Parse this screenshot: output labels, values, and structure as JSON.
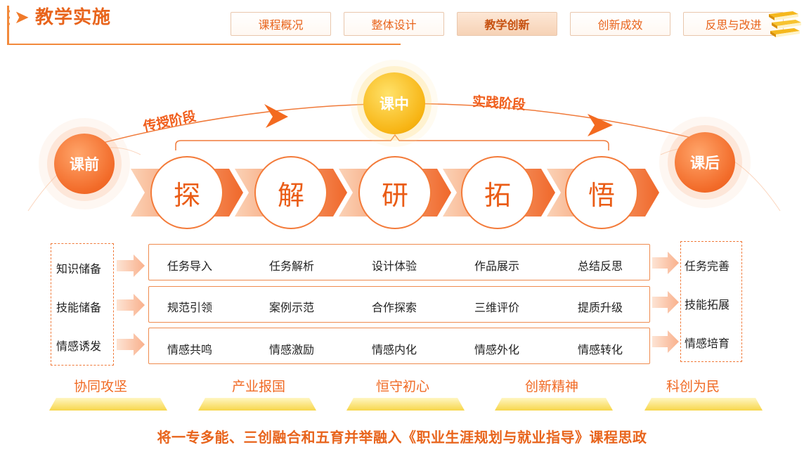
{
  "header": {
    "title": "教学实施",
    "tabs": [
      {
        "label": "课程概况",
        "active": false
      },
      {
        "label": "整体设计",
        "active": false
      },
      {
        "label": "教学创新",
        "active": true
      },
      {
        "label": "创新成效",
        "active": false
      },
      {
        "label": "反思与改进",
        "active": false
      }
    ],
    "icons": {
      "arrow": "play-arrow-icon",
      "books": "books-icon"
    }
  },
  "stages": {
    "before": "课前",
    "during": "课中",
    "after": "课后",
    "label_teach": "传授阶段",
    "label_practice": "实践阶段"
  },
  "steps": [
    "探",
    "解",
    "研",
    "拓",
    "悟"
  ],
  "left_items": [
    "知识储备",
    "技能储备",
    "情感诱发"
  ],
  "right_items": [
    "任务完善",
    "技能拓展",
    "情感培育"
  ],
  "rows": [
    [
      "任务导入",
      "任务解析",
      "设计体验",
      "作品展示",
      "总结反思"
    ],
    [
      "规范引领",
      "案例示范",
      "合作探索",
      "三维评价",
      "提质升级"
    ],
    [
      "情感共鸣",
      "情感激励",
      "情感内化",
      "情感外化",
      "情感转化"
    ]
  ],
  "values": [
    "协同攻坚",
    "产业报国",
    "恒守初心",
    "创新精神",
    "科创为民"
  ],
  "footer": "将一专多能、三创融合和五育并举融入《职业生涯规划与就业指导》课程思政",
  "colors": {
    "accent": "#e8641c",
    "gold": "#f7b413",
    "border": "#ef8b4e"
  }
}
